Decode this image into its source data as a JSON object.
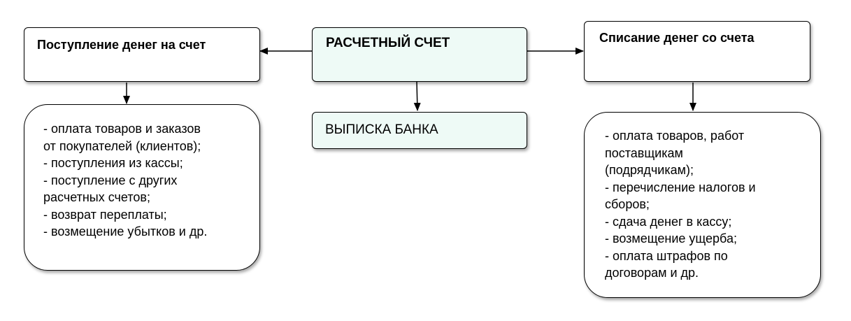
{
  "nodes": {
    "center": {
      "title": "РАСЧЕТНЫЙ СЧЕТ",
      "fill": "#eefaf6"
    },
    "statement": {
      "title": "ВЫПИСКА БАНКА",
      "fill": "#eefaf6"
    },
    "left": {
      "title": "Поступление денег на счет",
      "items": [
        "- оплата товаров и заказов",
        "от покупателей (клиентов);",
        "- поступления из кассы;",
        "- поступление с других",
        "расчетных счетов;",
        "- возврат переплаты;",
        "- возмещение убытков и др."
      ]
    },
    "right": {
      "title": "Списание денег со счета",
      "items": [
        "- оплата товаров, работ",
        "поставщикам",
        "(подрядчикам);",
        "- перечисление налогов и",
        "сборов;",
        "- сдача денег в кассу;",
        "- возмещение ущерба;",
        "- оплата штрафов по",
        "договорам и др."
      ]
    }
  }
}
